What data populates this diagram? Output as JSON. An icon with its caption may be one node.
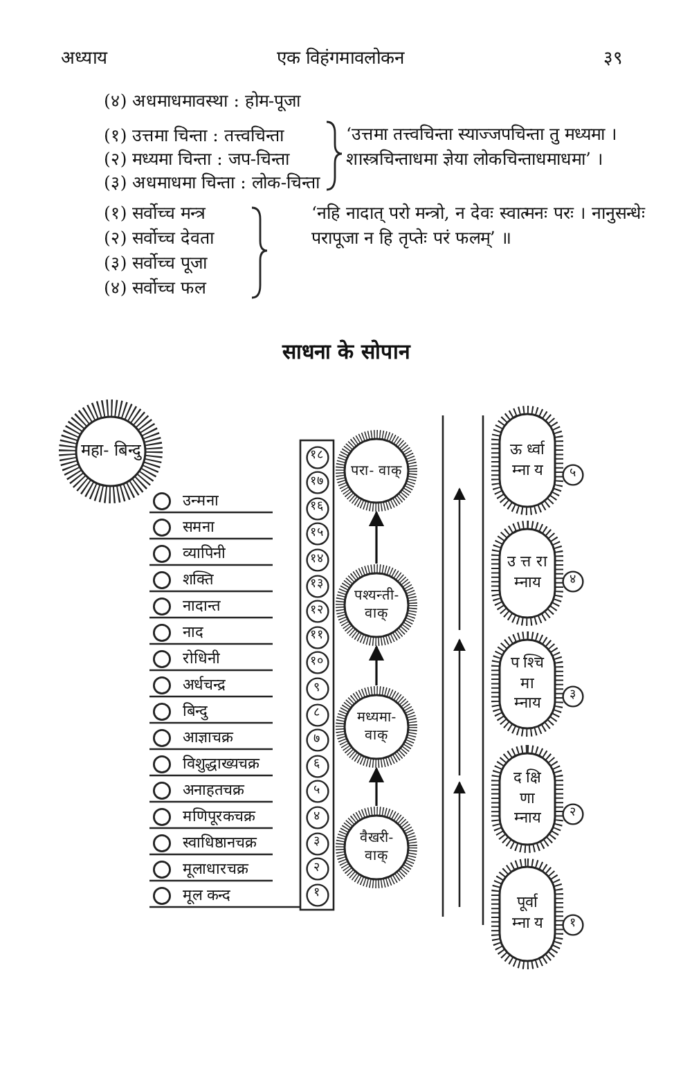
{
  "diagram": {
    "title": "साधना के सोपान",
    "nodes": [
      {
        "text": [
          "महा- बिन्दु"
        ]
      },
      {
        "text": [
          "१८"
        ]
      },
      {
        "text": [
          "१७"
        ]
      },
      {
        "text": [
          "१६"
        ]
      },
      {
        "text": [
          "१५"
        ]
      },
      {
        "text": [
          "१४"
        ]
      },
      {
        "text": [
          "१३"
        ]
      },
      {
        "text": [
          "१२"
        ]
      },
      {
        "text": [
          "११"
        ]
      },
      {
        "text": [
          "१०"
        ]
      },
      {
        "text": [
          "९"
        ]
      },
      {
        "text": [
          "८"
        ]
      },
      {
        "text": [
          "७"
        ]
      },
      {
        "text": [
          "६"
        ]
      },
      {
        "text": [
          "५"
        ]
      },
      {
        "text": [
          "४"
        ]
      },
      {
        "text": [
          "३"
        ]
      },
      {
        "text": [
          "२"
        ]
      },
      {
        "text": [
          "१"
        ]
      },
      {
        "text": [
          "परा- वाक्"
        ]
      },
      {
        "text": [
          "पश्यन्ती- वाक्"
        ]
      },
      {
        "text": [
          "मध्यमा- वाक्"
        ]
      },
      {
        "text": [
          "वैखरी- वाक्"
        ]
      },
      {
        "text": [
          "ऊ र्ध्वा म्ना य"
        ]
      },
      {
        "text": [
          "५"
        ]
      },
      {
        "text": [
          "उ त्त रा म्नाय"
        ]
      },
      {
        "text": [
          "४"
        ]
      },
      {
        "text": [
          "प श्चि मा म्नाय"
        ]
      },
      {
        "text": [
          "३"
        ]
      },
      {
        "text": [
          "द क्षि णा म्नाय"
        ]
      },
      {
        "text": [
          "२"
        ]
      },
      {
        "text": [
          "पूर्वा म्ना य"
        ]
      },
      {
        "text": [
          "१"
        ]
      }
    ],
    "edges": [
      {
        "from": 22,
        "to": 21,
        "arrow": "to"
      },
      {
        "from": 21,
        "to": 20,
        "arrow": "to"
      },
      {
        "from": 20,
        "to": 19,
        "arrow": "to"
      }
    ],
    "labels": [
      "अध्याय",
      "एक विहंगमावलोकन",
      "३९",
      "(४) अधमाधमावस्था : होम-पूजा",
      "(१) उत्तमा चिन्ता : तत्त्वचिन्ता",
      "(२) मध्यमा चिन्ता : जप-चिन्ता",
      "(३) अधमाधमा चिन्ता : लोक-चिन्ता",
      "‘उत्तमा तत्त्वचिन्ता स्याज्जपचिन्ता तु मध्यमा । शास्त्रचिन्ताधमा ज्ञेया लोकचिन्ताधमाधमा’ ।",
      "(१) सर्वोच्च मन्त्र",
      "(२) सर्वोच्च देवता",
      "(३) सर्वोच्च पूजा",
      "(४) सर्वोच्च फल",
      "‘नहि नादात् परो मन्त्रो, न देवः स्वात्मनः परः । नानुसन्धेः परापूजा न हि तृप्तेः परं फलम्’ ॥",
      "उन्मना",
      "समना",
      "व्यापिनी",
      "शक्ति",
      "नादान्त",
      "नाद",
      "रोधिनी",
      "अर्धचन्द्र",
      "बिन्दु",
      "आज्ञाचक्र",
      "विशुद्धाख्यचक्र",
      "अनाहतचक्र",
      "मणिपूरकचक्र",
      "स्वाधिष्ठानचक्र",
      "मूलाधारचक्र",
      "मूल कन्द"
    ]
  }
}
